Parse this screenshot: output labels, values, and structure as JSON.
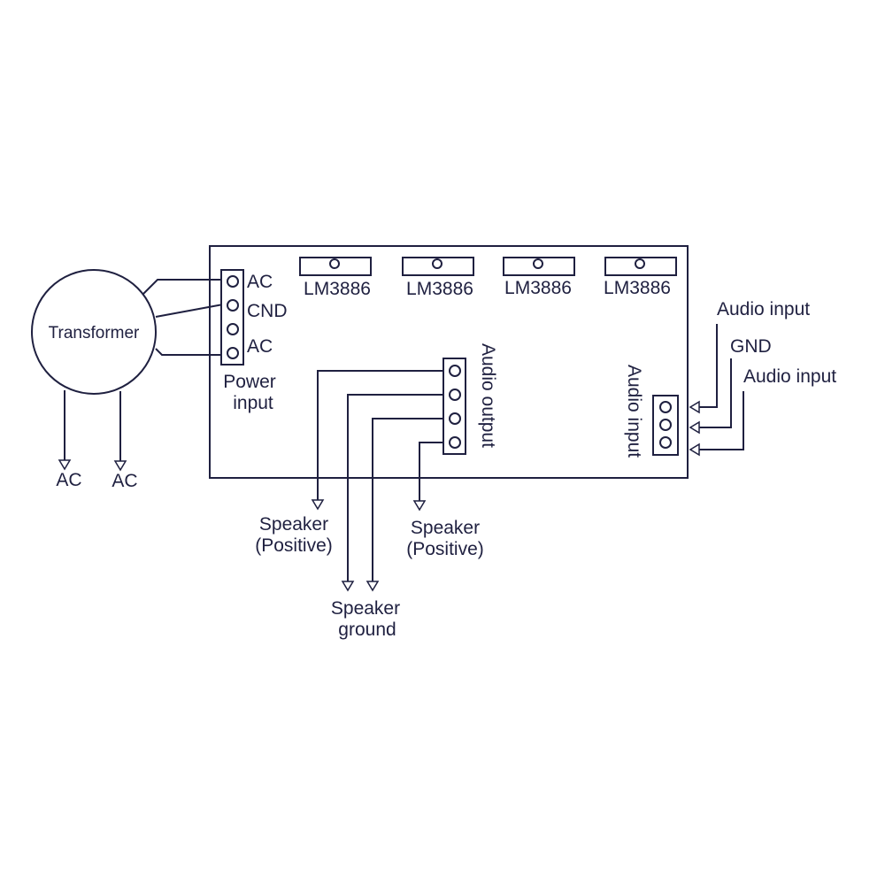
{
  "transformer": {
    "label": "Transformer",
    "outputs": [
      "AC",
      "AC"
    ]
  },
  "power_input": {
    "pins": [
      "AC",
      "CND",
      "AC"
    ],
    "label_line1": "Power",
    "label_line2": "input"
  },
  "chips": [
    "LM3886",
    "LM3886",
    "LM3886",
    "LM3886"
  ],
  "audio_output": {
    "label": "Audio output",
    "speaker_positive_left": {
      "line1": "Speaker",
      "line2": "(Positive)"
    },
    "speaker_positive_right": {
      "line1": "Speaker",
      "line2": "(Positive)"
    },
    "speaker_ground": {
      "line1": "Speaker",
      "line2": "ground"
    }
  },
  "audio_input": {
    "label": "Audio input",
    "signals": [
      "Audio input",
      "GND",
      "Audio input"
    ]
  },
  "colors": {
    "ink": "#1f2040",
    "background": "#ffffff"
  }
}
